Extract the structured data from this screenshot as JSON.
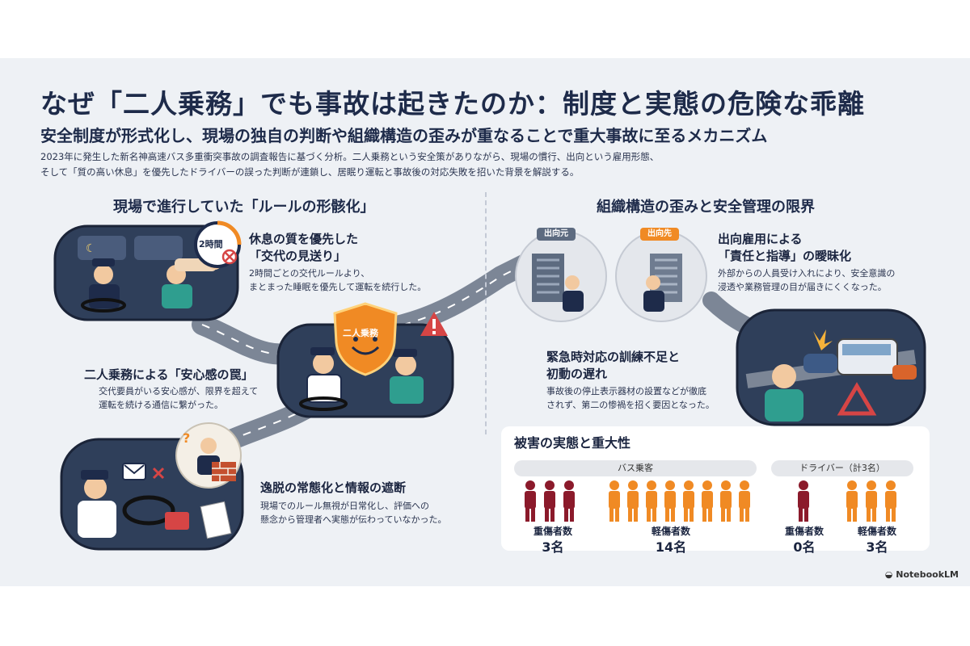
{
  "header": {
    "title": "なぜ「二人乗務」でも事故は起きたのか：制度と実態の危険な乖離",
    "subtitle": "安全制度が形式化し、現場の独自の判断や組織構造の歪みが重なることで重大事故に至るメカニズム",
    "description_1": "2023年に発生した新名神高速バス多重衝突事故の調査報告に基づく分析。二人乗務という安全策がありながら、現場の慣行、出向という雇用形態、",
    "description_2": "そして「質の高い休息」を優先したドライバーの誤った判断が連鎖し、居眠り運転と事故後の対応失敗を招いた背景を解説する。"
  },
  "left": {
    "heading": "現場で進行していた「ルールの形骸化」",
    "clock_label": "2時間",
    "shield_label": "二人乗務",
    "block1": {
      "title_1": "休息の質を優先した",
      "title_2": "「交代の見送り」",
      "text_1": "2時間ごとの交代ルールより、",
      "text_2": "まとまった睡眠を優先して運転を続行した。"
    },
    "block2": {
      "title": "二人乗務による「安心感の罠」",
      "text_1": "交代要員がいる安心感が、限界を超えて",
      "text_2": "運転を続ける通信に繋がった。"
    },
    "block3": {
      "title": "逸脱の常態化と情報の遮断",
      "text_1": "現場でのルール無視が日常化し、評価への",
      "text_2": "懸念から管理者へ実態が伝わっていなかった。"
    }
  },
  "right": {
    "heading": "組織構造の歪みと安全管理の限界",
    "badge_origin": "出向元",
    "badge_dest": "出向先",
    "block1": {
      "title_1": "出向雇用による",
      "title_2": "「責任と指導」の曖昧化",
      "text_1": "外部からの人員受け入れにより、安全意識の",
      "text_2": "浸透や業務管理の目が届きにくくなった。"
    },
    "block2": {
      "title_1": "緊急時対応の訓練不足と",
      "title_2": "初動の遅れ",
      "text_1": "事故後の停止表示器材の設置などが徹底",
      "text_2": "されず、第二の惨禍を招く要因となった。"
    }
  },
  "damage": {
    "heading": "被害の実態と重大性",
    "group_passengers": "バス乗客",
    "group_drivers": "ドライバー（計3名）",
    "p_serious_label": "重傷者数",
    "p_serious_value": "3名",
    "p_minor_label": "軽傷者数",
    "p_minor_value": "14名",
    "d_serious_label": "重傷者数",
    "d_serious_value": "0名",
    "d_minor_label": "軽傷者数",
    "d_minor_value": "3名"
  },
  "brand": "NotebookLM",
  "colors": {
    "navy": "#1e2b4a",
    "maroon": "#8b1a2b",
    "orange": "#f08a24",
    "scene_bg": "#2f3f5a"
  }
}
